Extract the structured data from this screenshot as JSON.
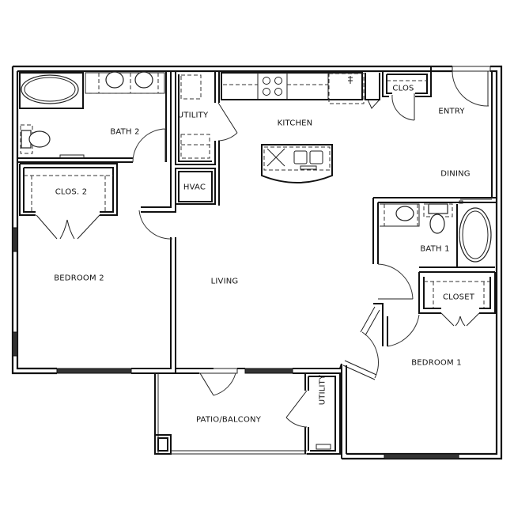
{
  "floorplan": {
    "title": "",
    "rooms": [
      {
        "id": "bath2",
        "label": "BATH 2"
      },
      {
        "id": "clos2",
        "label": "CLOS. 2"
      },
      {
        "id": "bedroom2",
        "label": "BEDROOM 2"
      },
      {
        "id": "utility_top",
        "label": "UTILITY"
      },
      {
        "id": "hvac",
        "label": "HVAC"
      },
      {
        "id": "kitchen",
        "label": "KITCHEN"
      },
      {
        "id": "clos",
        "label": "CLOS"
      },
      {
        "id": "entry",
        "label": "ENTRY"
      },
      {
        "id": "dining",
        "label": "DINING"
      },
      {
        "id": "living",
        "label": "LIVING"
      },
      {
        "id": "bath1",
        "label": "BATH 1"
      },
      {
        "id": "closet",
        "label": "CLOSET"
      },
      {
        "id": "bedroom1",
        "label": "BEDROOM 1"
      },
      {
        "id": "patio",
        "label": "PATIO/BALCONY"
      },
      {
        "id": "utility_patio",
        "label": "UTILITY"
      }
    ],
    "fixtures": [
      "bathtub-icon",
      "sink-icon",
      "toilet-icon",
      "stove-icon",
      "kitchen-island-sink-icon",
      "refrigerator-icon",
      "washer-dryer-icon"
    ],
    "colors": {
      "line": "#111111",
      "background": "#ffffff"
    }
  }
}
